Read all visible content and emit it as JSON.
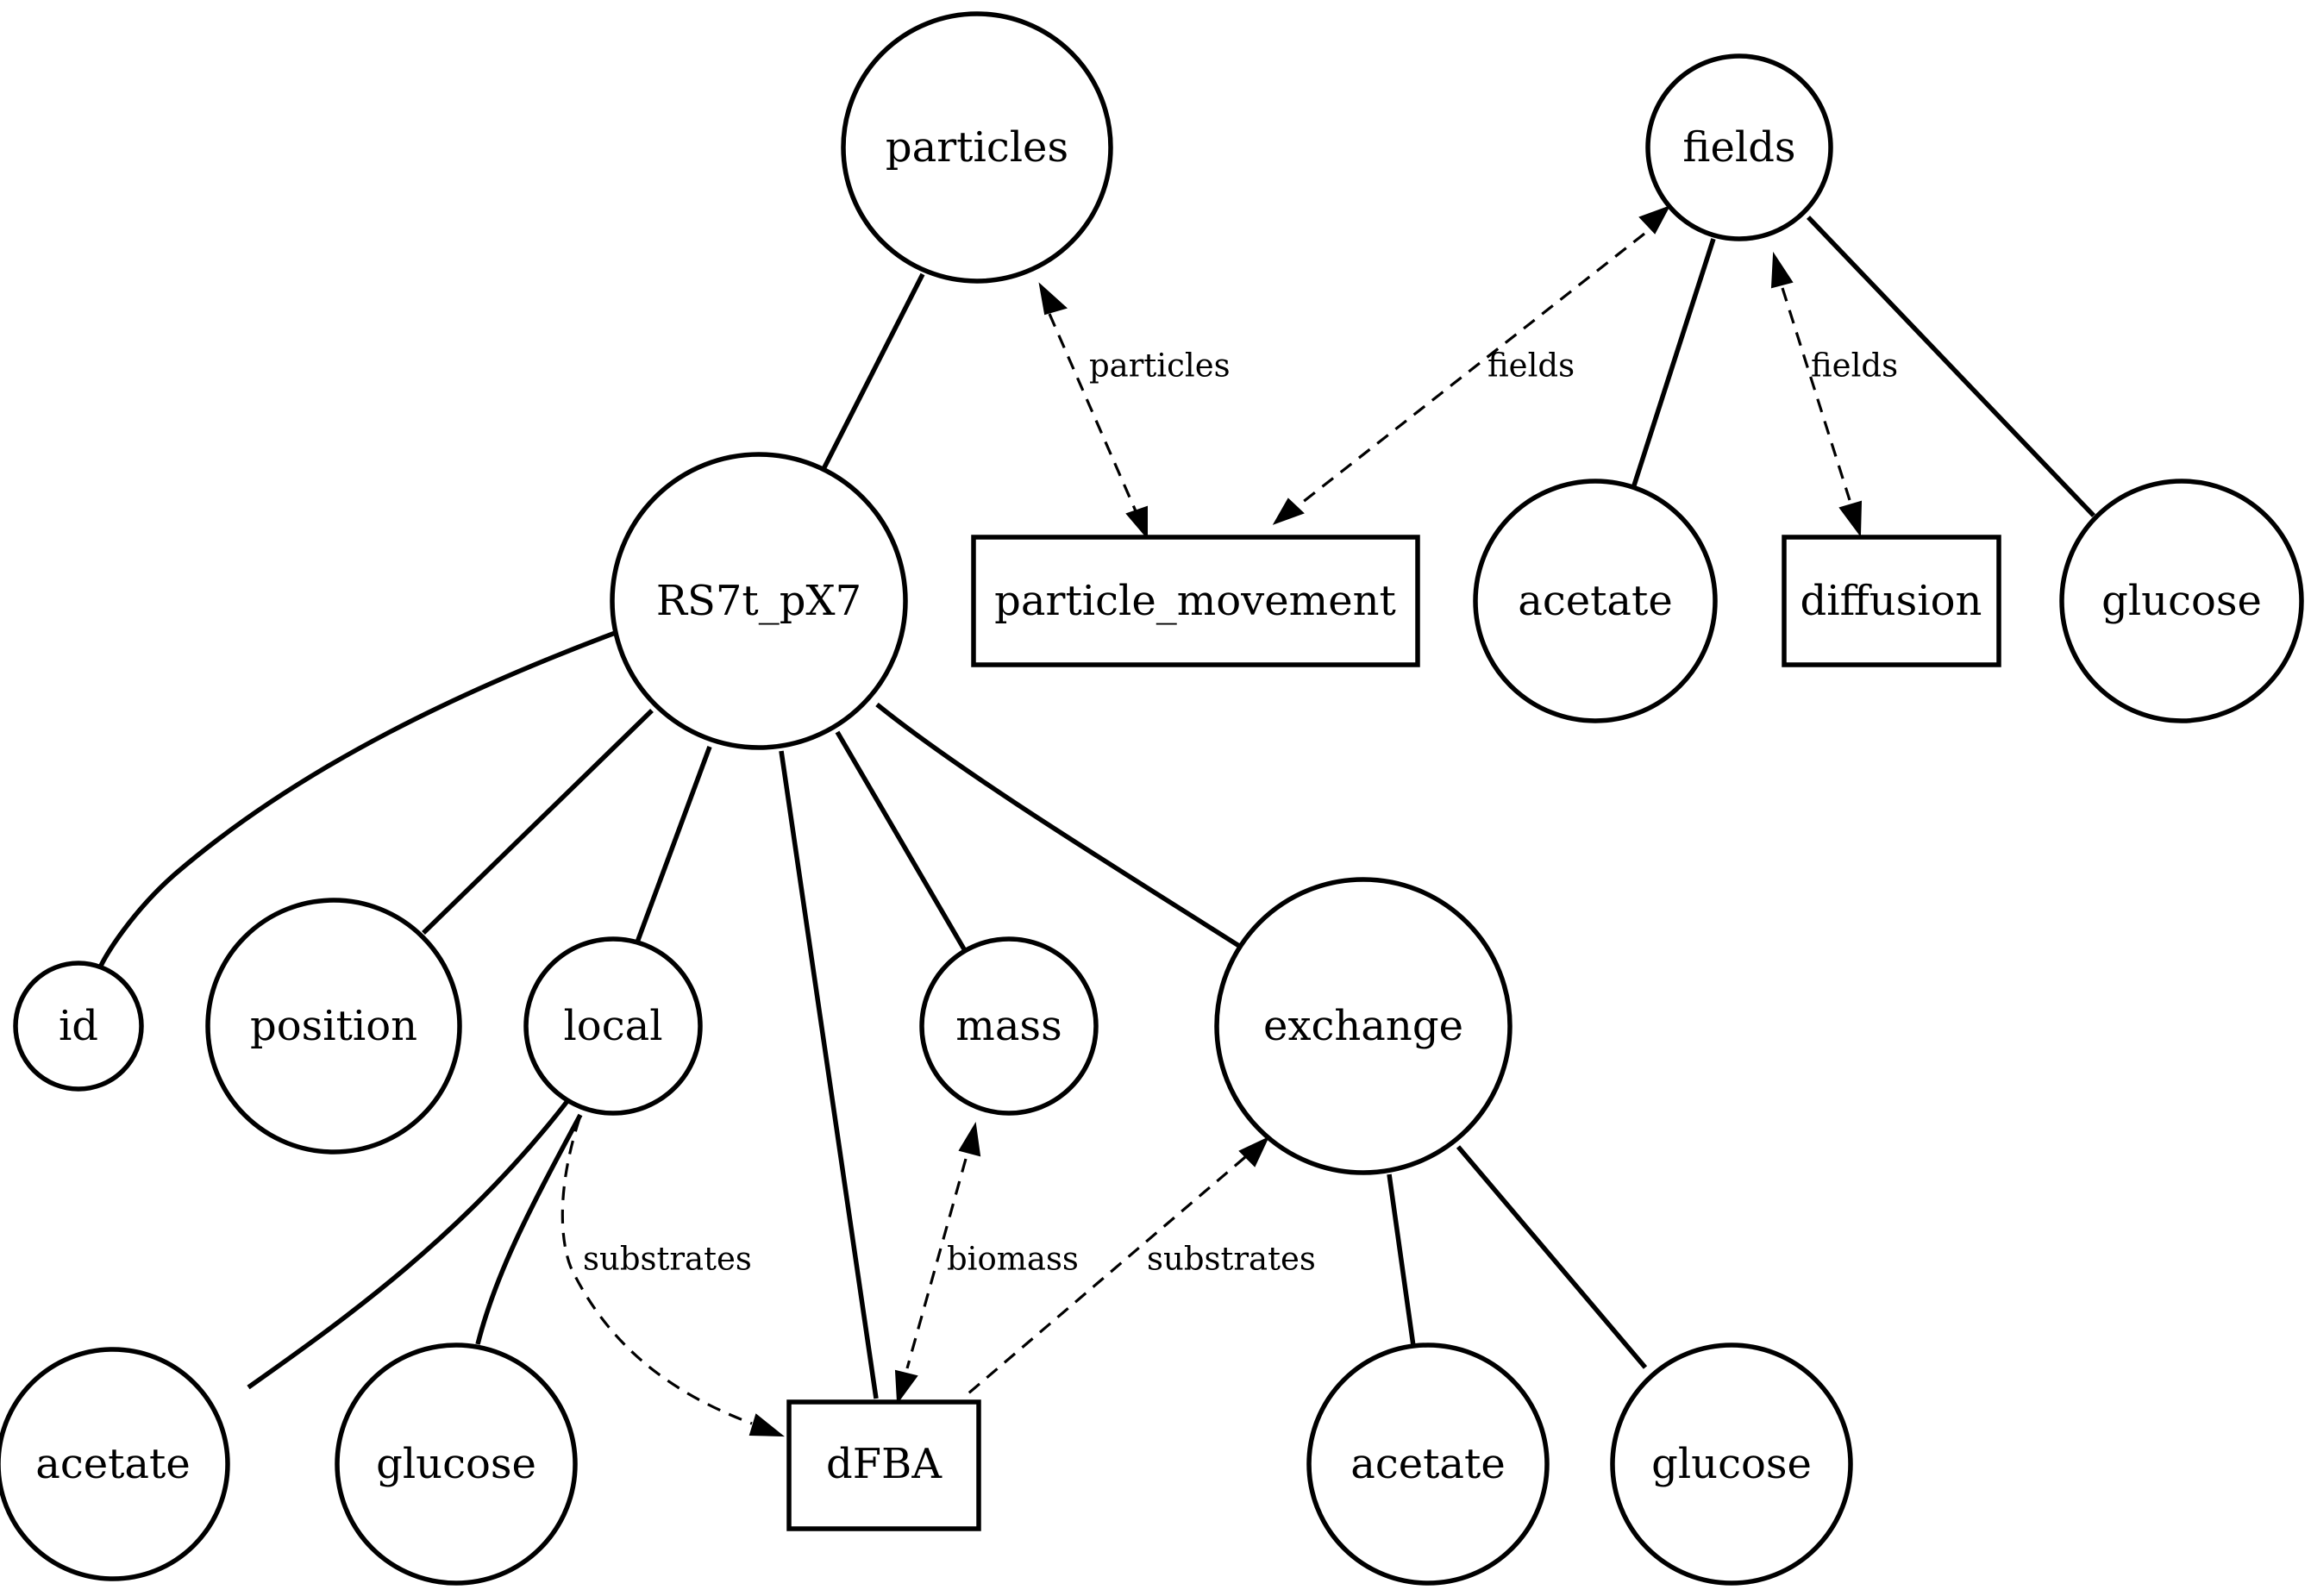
{
  "nodes": {
    "particles": "particles",
    "fields": "fields",
    "rs7t": "RS7t_pX7",
    "particle_movement": "particle_movement",
    "acetate_fields": "acetate",
    "diffusion": "diffusion",
    "glucose_fields": "glucose",
    "id": "id",
    "position": "position",
    "local": "local",
    "mass": "mass",
    "exchange": "exchange",
    "acetate_local": "acetate",
    "glucose_local": "glucose",
    "dfba": "dFBA",
    "acetate_exchange": "acetate",
    "glucose_exchange": "glucose"
  },
  "edge_labels": {
    "particles": "particles",
    "fields_movement": "fields",
    "fields_diffusion": "fields",
    "substrates_local": "substrates",
    "biomass": "biomass",
    "substrates_exchange": "substrates"
  }
}
